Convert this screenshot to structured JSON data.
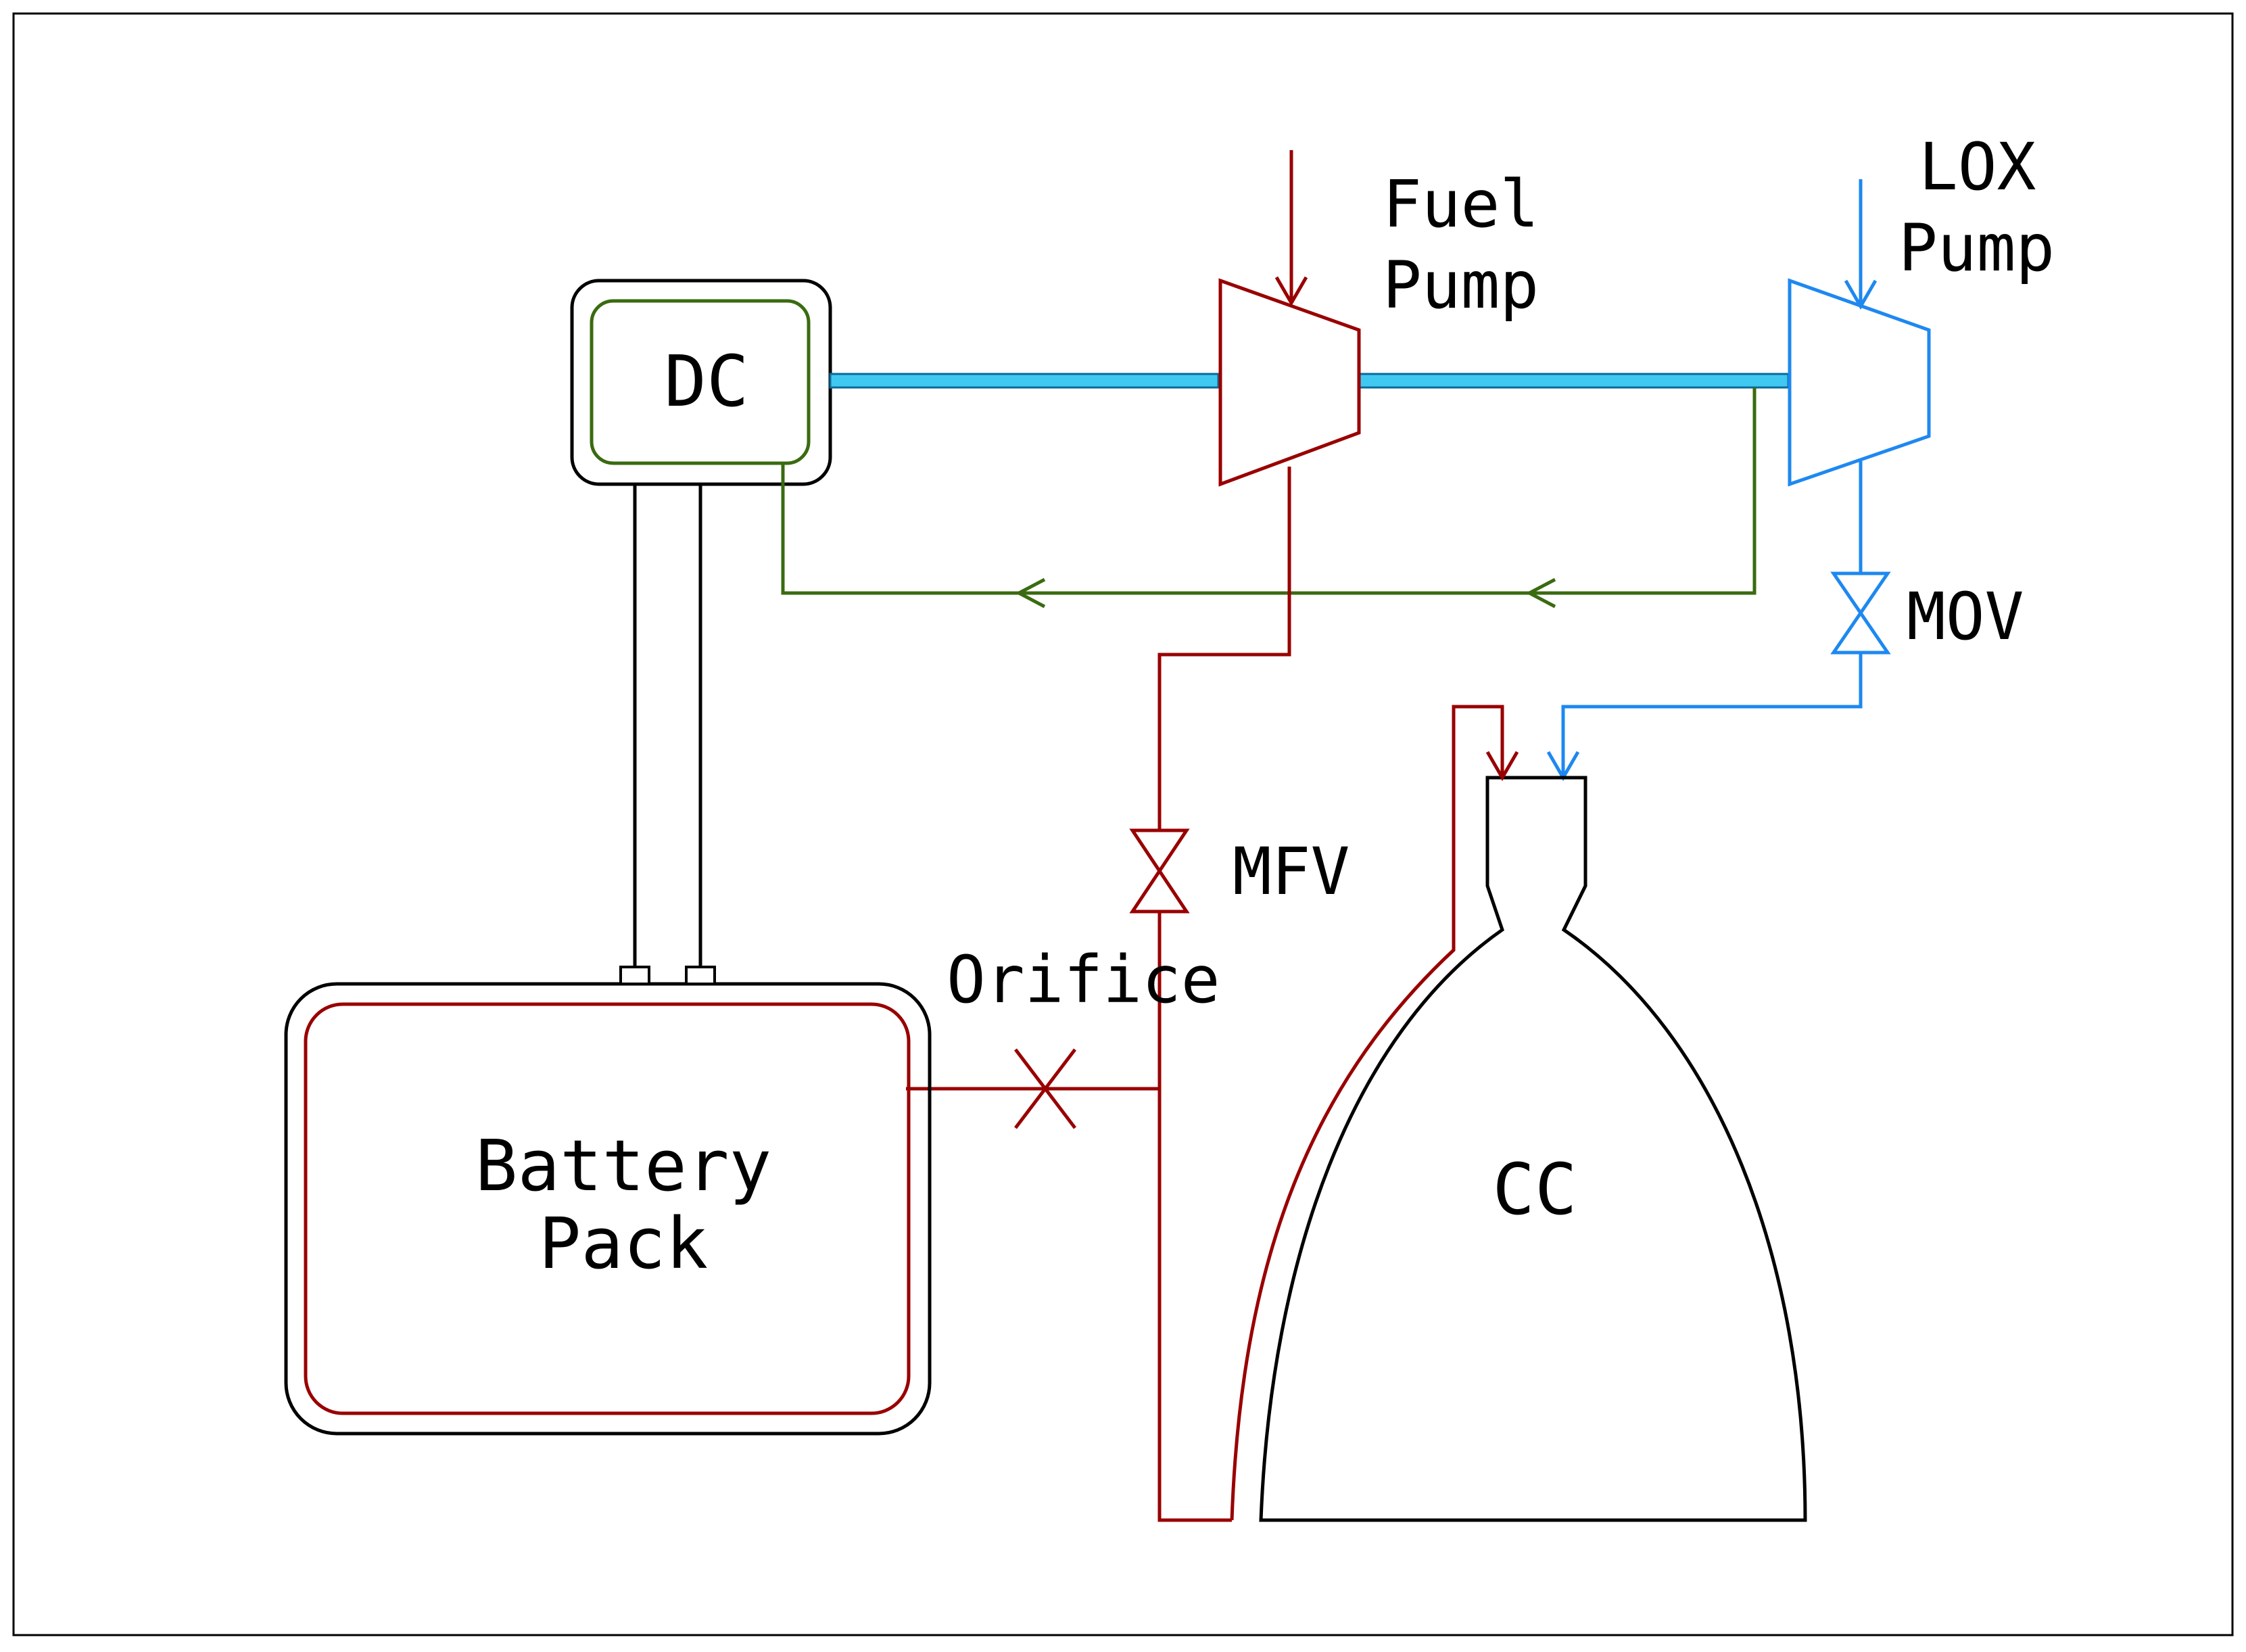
{
  "diagram": {
    "components": {
      "dc": "DC",
      "fuel_pump_line1": "Fuel",
      "fuel_pump_line2": "Pump",
      "lox_pump_line1": "LOX",
      "lox_pump_line2": "Pump",
      "mov": "MOV",
      "mfv": "MFV",
      "orifice": "Orifice",
      "battery_line1": "Battery",
      "battery_line2": "Pack",
      "cc": "CC"
    }
  },
  "colors": {
    "fuel": "#990000",
    "lox": "#1e88f0",
    "shaft": "#40c8f0",
    "coolant_loop": "#3a6b10",
    "electrical": "#000000",
    "frame": "#000000"
  }
}
